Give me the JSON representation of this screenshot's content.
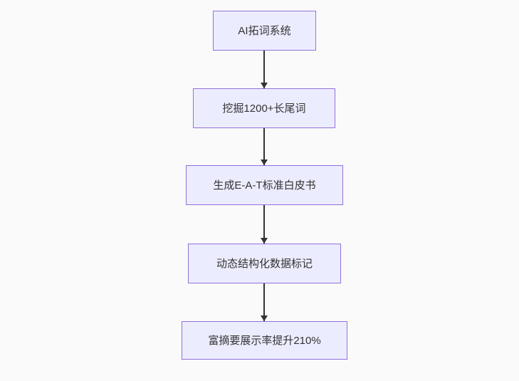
{
  "flowchart": {
    "type": "flowchart",
    "direction": "top-down",
    "nodes": [
      {
        "id": "n1",
        "label": "AI拓词系统"
      },
      {
        "id": "n2",
        "label": "挖掘1200+长尾词"
      },
      {
        "id": "n3",
        "label": "生成E-A-T标准白皮书"
      },
      {
        "id": "n4",
        "label": "动态结构化数据标记"
      },
      {
        "id": "n5",
        "label": "富摘要展示率提升210%"
      }
    ],
    "edges": [
      {
        "from": "n1",
        "to": "n2",
        "style": "arrow-down"
      },
      {
        "from": "n2",
        "to": "n3",
        "style": "arrow-down"
      },
      {
        "from": "n3",
        "to": "n4",
        "style": "arrow-down"
      },
      {
        "from": "n4",
        "to": "n5",
        "style": "arrow-down"
      }
    ],
    "colors": {
      "node_fill": "#ECECFF",
      "node_border": "#9370DB",
      "arrow": "#333333",
      "text": "#333333",
      "background": "#FAFAFA"
    }
  }
}
